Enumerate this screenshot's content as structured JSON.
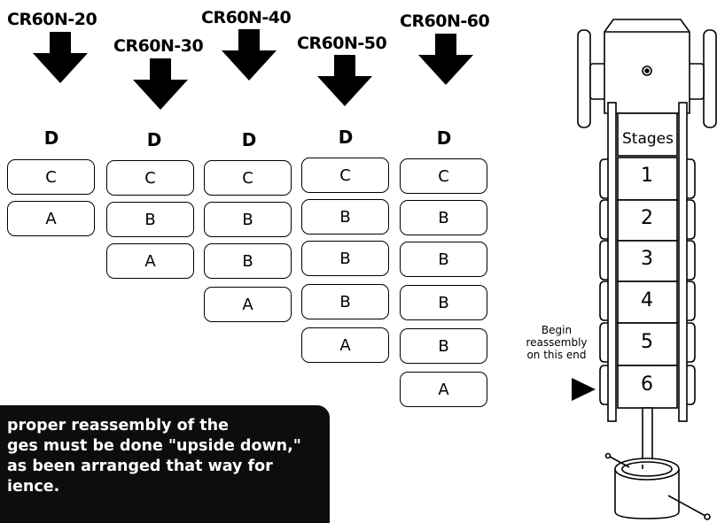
{
  "models": [
    {
      "label": "CR60N-20",
      "top_label": "D",
      "stages": [
        "C",
        "A"
      ]
    },
    {
      "label": "CR60N-30",
      "top_label": "D",
      "stages": [
        "C",
        "B",
        "A"
      ]
    },
    {
      "label": "CR60N-40",
      "top_label": "D",
      "stages": [
        "C",
        "B",
        "B",
        "A"
      ]
    },
    {
      "label": "CR60N-50",
      "top_label": "D",
      "stages": [
        "C",
        "B",
        "B",
        "B",
        "A"
      ]
    },
    {
      "label": "CR60N-60",
      "top_label": "D",
      "stages": [
        "C",
        "B",
        "B",
        "B",
        "B",
        "A"
      ]
    }
  ],
  "note": {
    "lines": [
      "proper reassembly of the",
      "ges must be done \"upside down,\"",
      "as been arranged that way for",
      "ience."
    ]
  },
  "pump": {
    "stages_label": "Stages",
    "stage_numbers": [
      "1",
      "2",
      "3",
      "4",
      "5",
      "6"
    ],
    "begin_lines": [
      "Begin",
      "reassembly",
      "on this end"
    ]
  }
}
